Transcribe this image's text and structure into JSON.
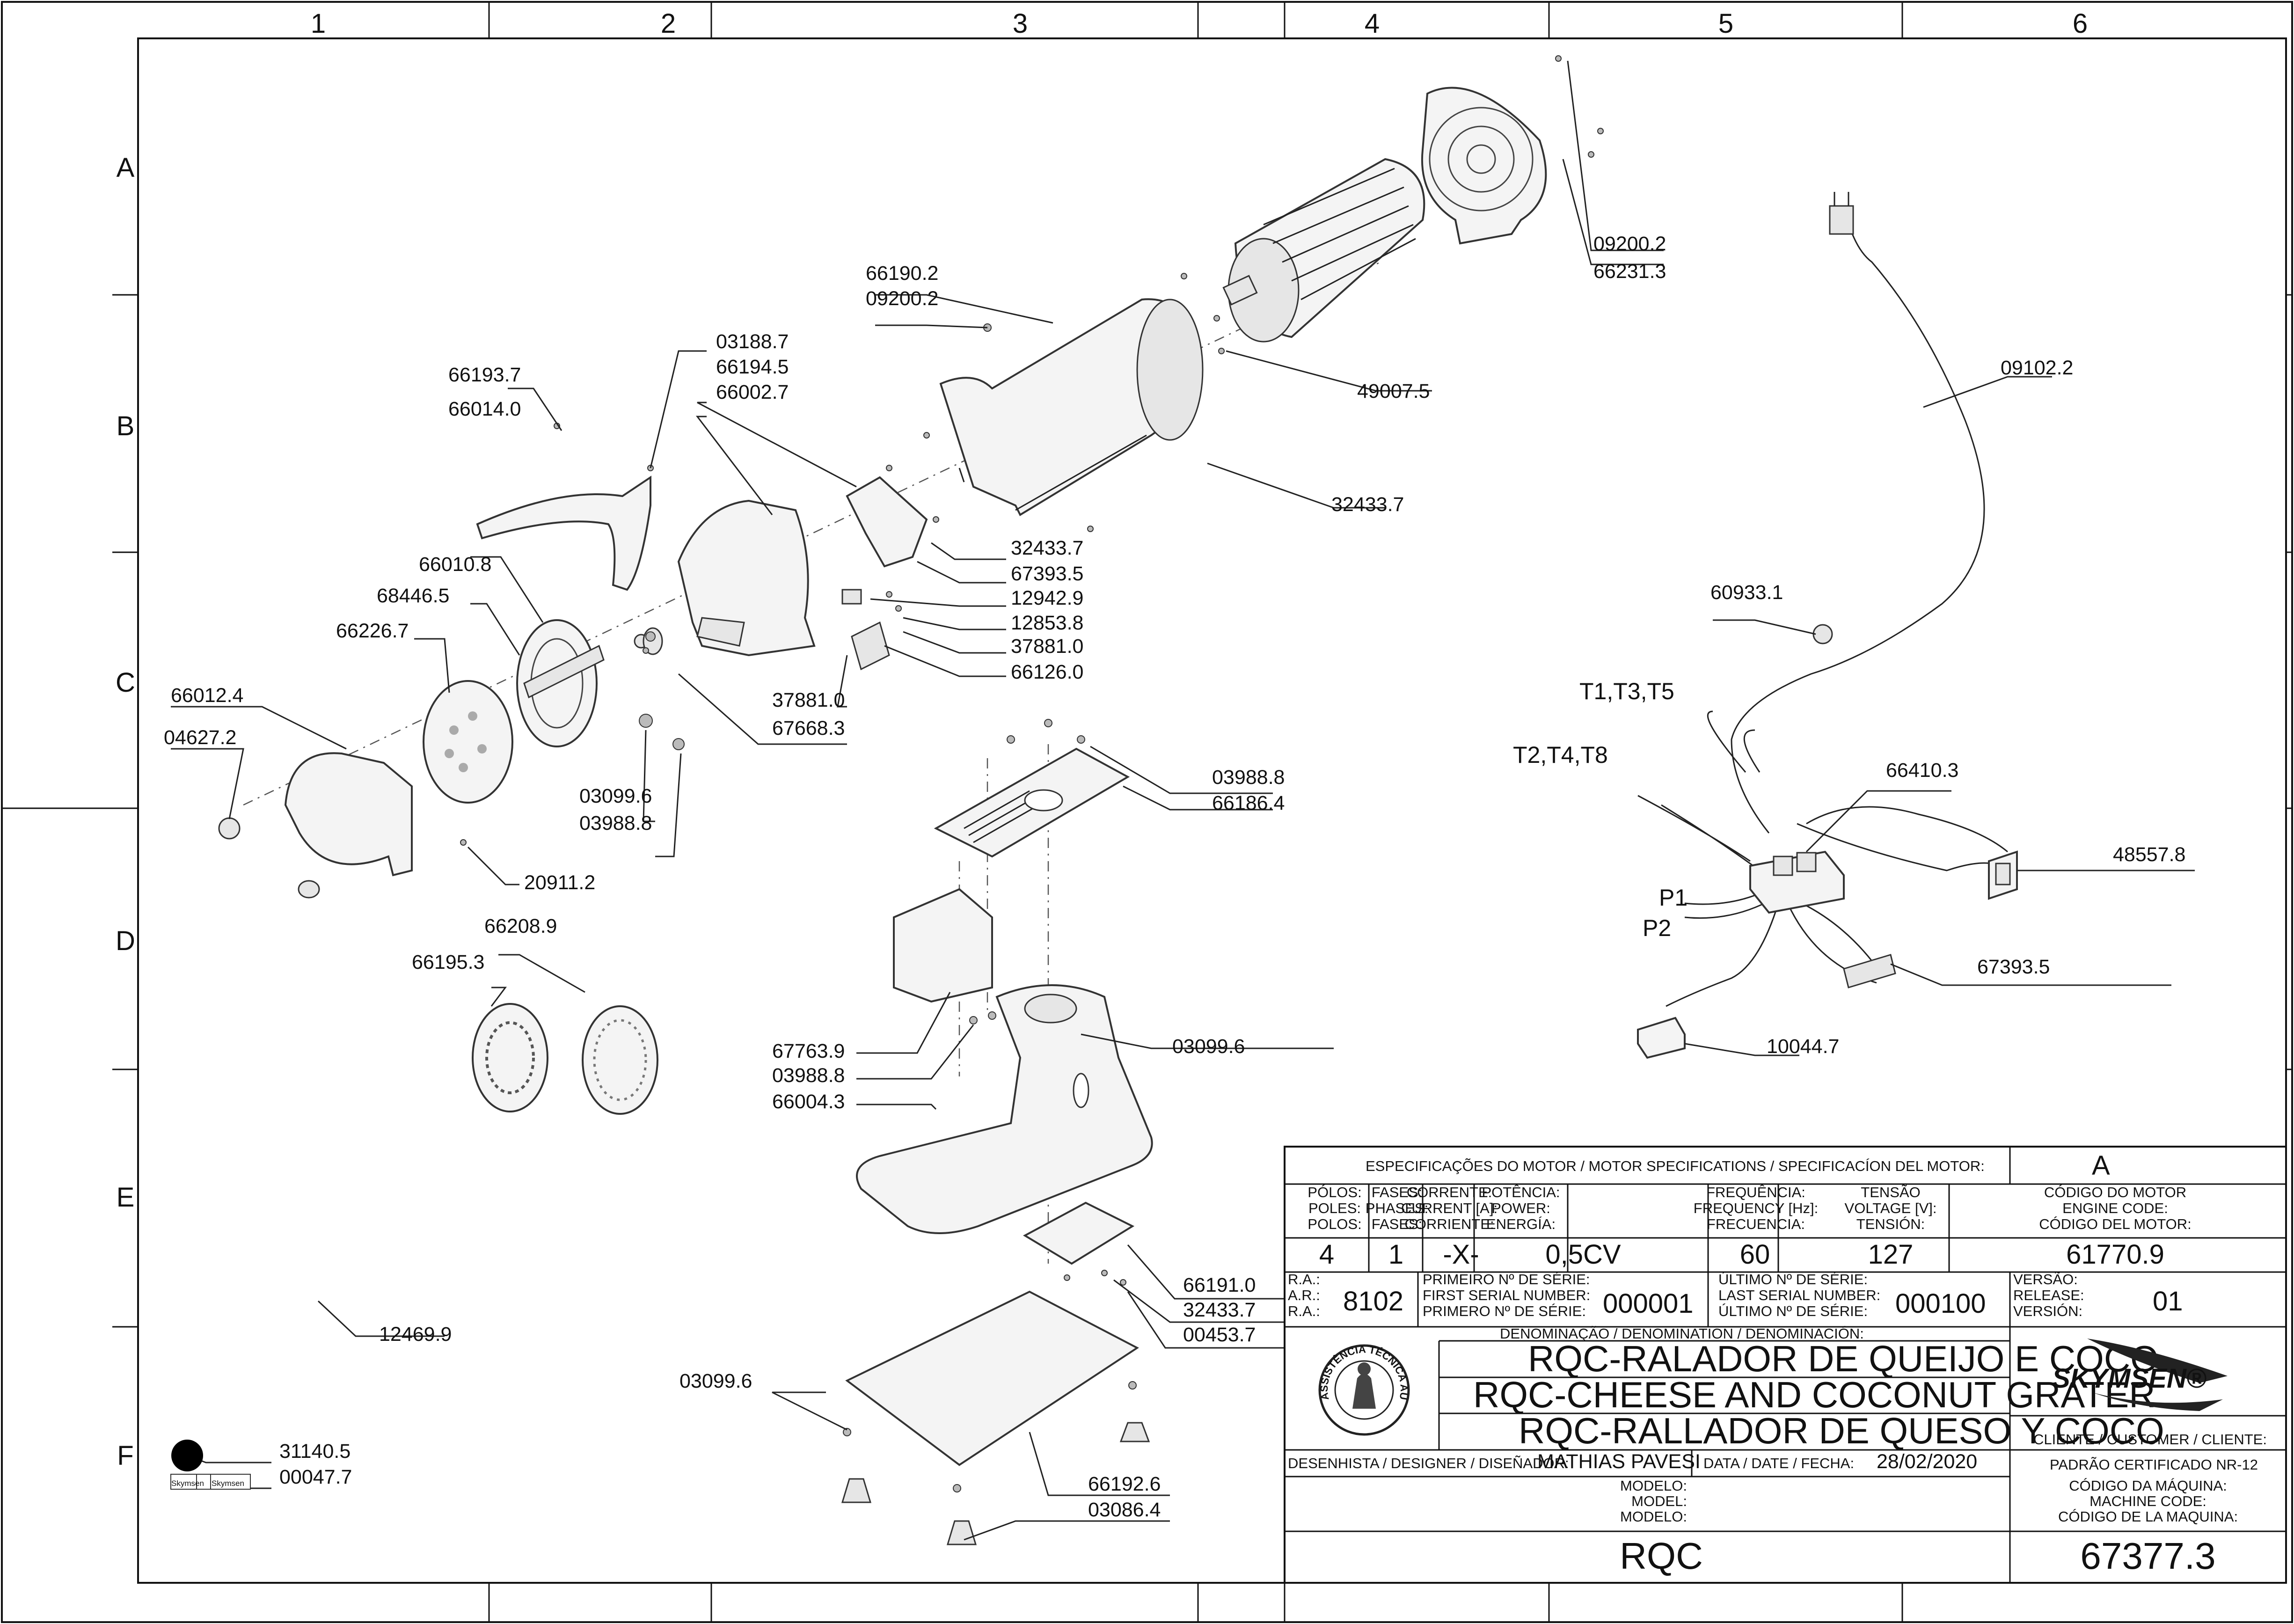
{
  "grid": {
    "columns": [
      "1",
      "2",
      "3",
      "4",
      "5",
      "6"
    ],
    "rows": [
      "A",
      "B",
      "C",
      "D",
      "E",
      "F"
    ]
  },
  "callouts": {
    "c66190_2": "66190.2",
    "c09200_2a": "09200.2",
    "c09200_2b": "09200.2",
    "c66231_3": "66231.3",
    "c49007_5": "49007.5",
    "c32433_7a": "32433.7",
    "c32433_7b": "32433.7",
    "c32433_7c": "32433.7",
    "c03188_7": "03188.7",
    "c66194_5": "66194.5",
    "c66002_7": "66002.7",
    "c66193_7": "66193.7",
    "c66014_0": "66014.0",
    "c67393_5a": "67393.5",
    "c67393_5b": "67393.5",
    "c12942_9": "12942.9",
    "c12853_8": "12853.8",
    "c37881_0a": "37881.0",
    "c37881_0b": "37881.0",
    "c66126_0": "66126.0",
    "c67668_3": "67668.3",
    "c66010_8": "66010.8",
    "c68446_5": "68446.5",
    "c66226_7": "66226.7",
    "c66012_4": "66012.4",
    "c04627_2": "04627.2",
    "c03099_6a": "03099.6",
    "c03099_6b": "03099.6",
    "c03099_6c": "03099.6",
    "c03988_8a": "03988.8",
    "c03988_8b": "03988.8",
    "c03988_8c": "03988.8",
    "c20911_2": "20911.2",
    "c66186_4": "66186.4",
    "c66208_9": "66208.9",
    "c66195_3": "66195.3",
    "c67763_9": "67763.9",
    "c66004_3": "66004.3",
    "c66191_0": "66191.0",
    "c00453_7": "00453.7",
    "c12469_9": "12469.9",
    "c66192_6": "66192.6",
    "c03086_4": "03086.4",
    "c31140_5": "31140.5",
    "c00047_7": "00047.7",
    "c09102_2": "09102.2",
    "c60933_1": "60933.1",
    "c66410_3": "66410.3",
    "c48557_8": "48557.8",
    "c10044_7": "10044.7"
  },
  "wiring_labels": {
    "t135": "T1,T3,T5",
    "t248": "T2,T4,T8",
    "p1": "P1",
    "p2": "P2"
  },
  "title_block": {
    "spec_header": "ESPECIFICAÇÕES DO MOTOR / MOTOR SPECIFICATIONS / SPECIFICACÍON DEL MOTOR:",
    "spec_letter": "A",
    "poles_pt": "PÓLOS:",
    "poles_en": "POLES:",
    "poles_es": "POLOS:",
    "phases_pt": "FASES:",
    "phases_en": "PHASES:",
    "phases_es": "FASES:",
    "current_pt": "CORRENTE:",
    "current_en": "CURRENT [A]:",
    "current_es": "CORRIENTE:",
    "power_pt": "POTÊNCIA:",
    "power_en": "POWER:",
    "power_es": "ENERGÍA:",
    "freq_pt": "FREQUÊNCIA:",
    "freq_en": "FREQUENCY [Hz]:",
    "freq_es": "FRECUENCIA:",
    "volt_pt": "TENSÃO",
    "volt_en": "VOLTAGE [V]:",
    "volt_es": "TENSIÓN:",
    "engine_pt": "CÓDIGO DO MOTOR",
    "engine_en": "ENGINE CODE:",
    "engine_es": "CÓDIGO DEL MOTOR:",
    "v_poles": "4",
    "v_phases": "1",
    "v_current": "-X-",
    "v_power": "0,5CV",
    "v_freq": "60",
    "v_volt": "127",
    "v_engine": "61770.9",
    "ra1": "R.A.:",
    "ra2": "A.R.:",
    "ra3": "R.A.:",
    "v_ra": "8102",
    "first_pt": "PRIMEIRO Nº DE SÉRIE:",
    "first_en": "FIRST SERIAL NUMBER:",
    "first_es": "PRIMERO Nº DE SÉRIE:",
    "v_first": "000001",
    "last_pt": "ÚLTIMO Nº DE SÉRIE:",
    "last_en": "LAST SERIAL NUMBER:",
    "last_es": "ÚLTIMO Nº DE SÉRIE:",
    "v_last": "000100",
    "ver_pt": "VERSÃO:",
    "ver_en": "RELEASE:",
    "ver_es": "VERSIÓN:",
    "v_ver": "01",
    "denom": "DENOMINAÇÃO / DENOMINATION / DENOMINACIÓN:",
    "name_pt": "RQC-RALADOR DE QUEIJO E COCO",
    "name_en": "RQC-CHEESE AND COCONUT GRATER",
    "name_es": "RQC-RALLADOR DE QUESO Y COCO",
    "brand": "SKYMSEN®",
    "seal_text": "ASSISTÊNCIA TÉCNICA AUTORIZADA",
    "client_label": "CLIENTE / CUSTOMER / CLIENTE:",
    "client_value": "PADRÃO CERTIFICADO NR-12",
    "designer_label": "DESENHISTA / DESIGNER / DISEÑADOR:",
    "designer_value": "MATHIAS PAVESI",
    "date_label": "DATA / DATE / FECHA:",
    "date_value": "28/02/2020",
    "model_pt": "MODELO:",
    "model_en": "MODEL:",
    "model_es": "MODELO:",
    "machine_pt": "CÓDIGO DA MÁQUINA:",
    "machine_en": "MACHINE CODE:",
    "machine_es": "CÓDIGO DE LA MAQUINA:",
    "model_value": "RQC",
    "machine_value": "67377.3"
  },
  "label_sticker": {
    "brand1": "Skymsen",
    "brand2": "Skymsen"
  }
}
